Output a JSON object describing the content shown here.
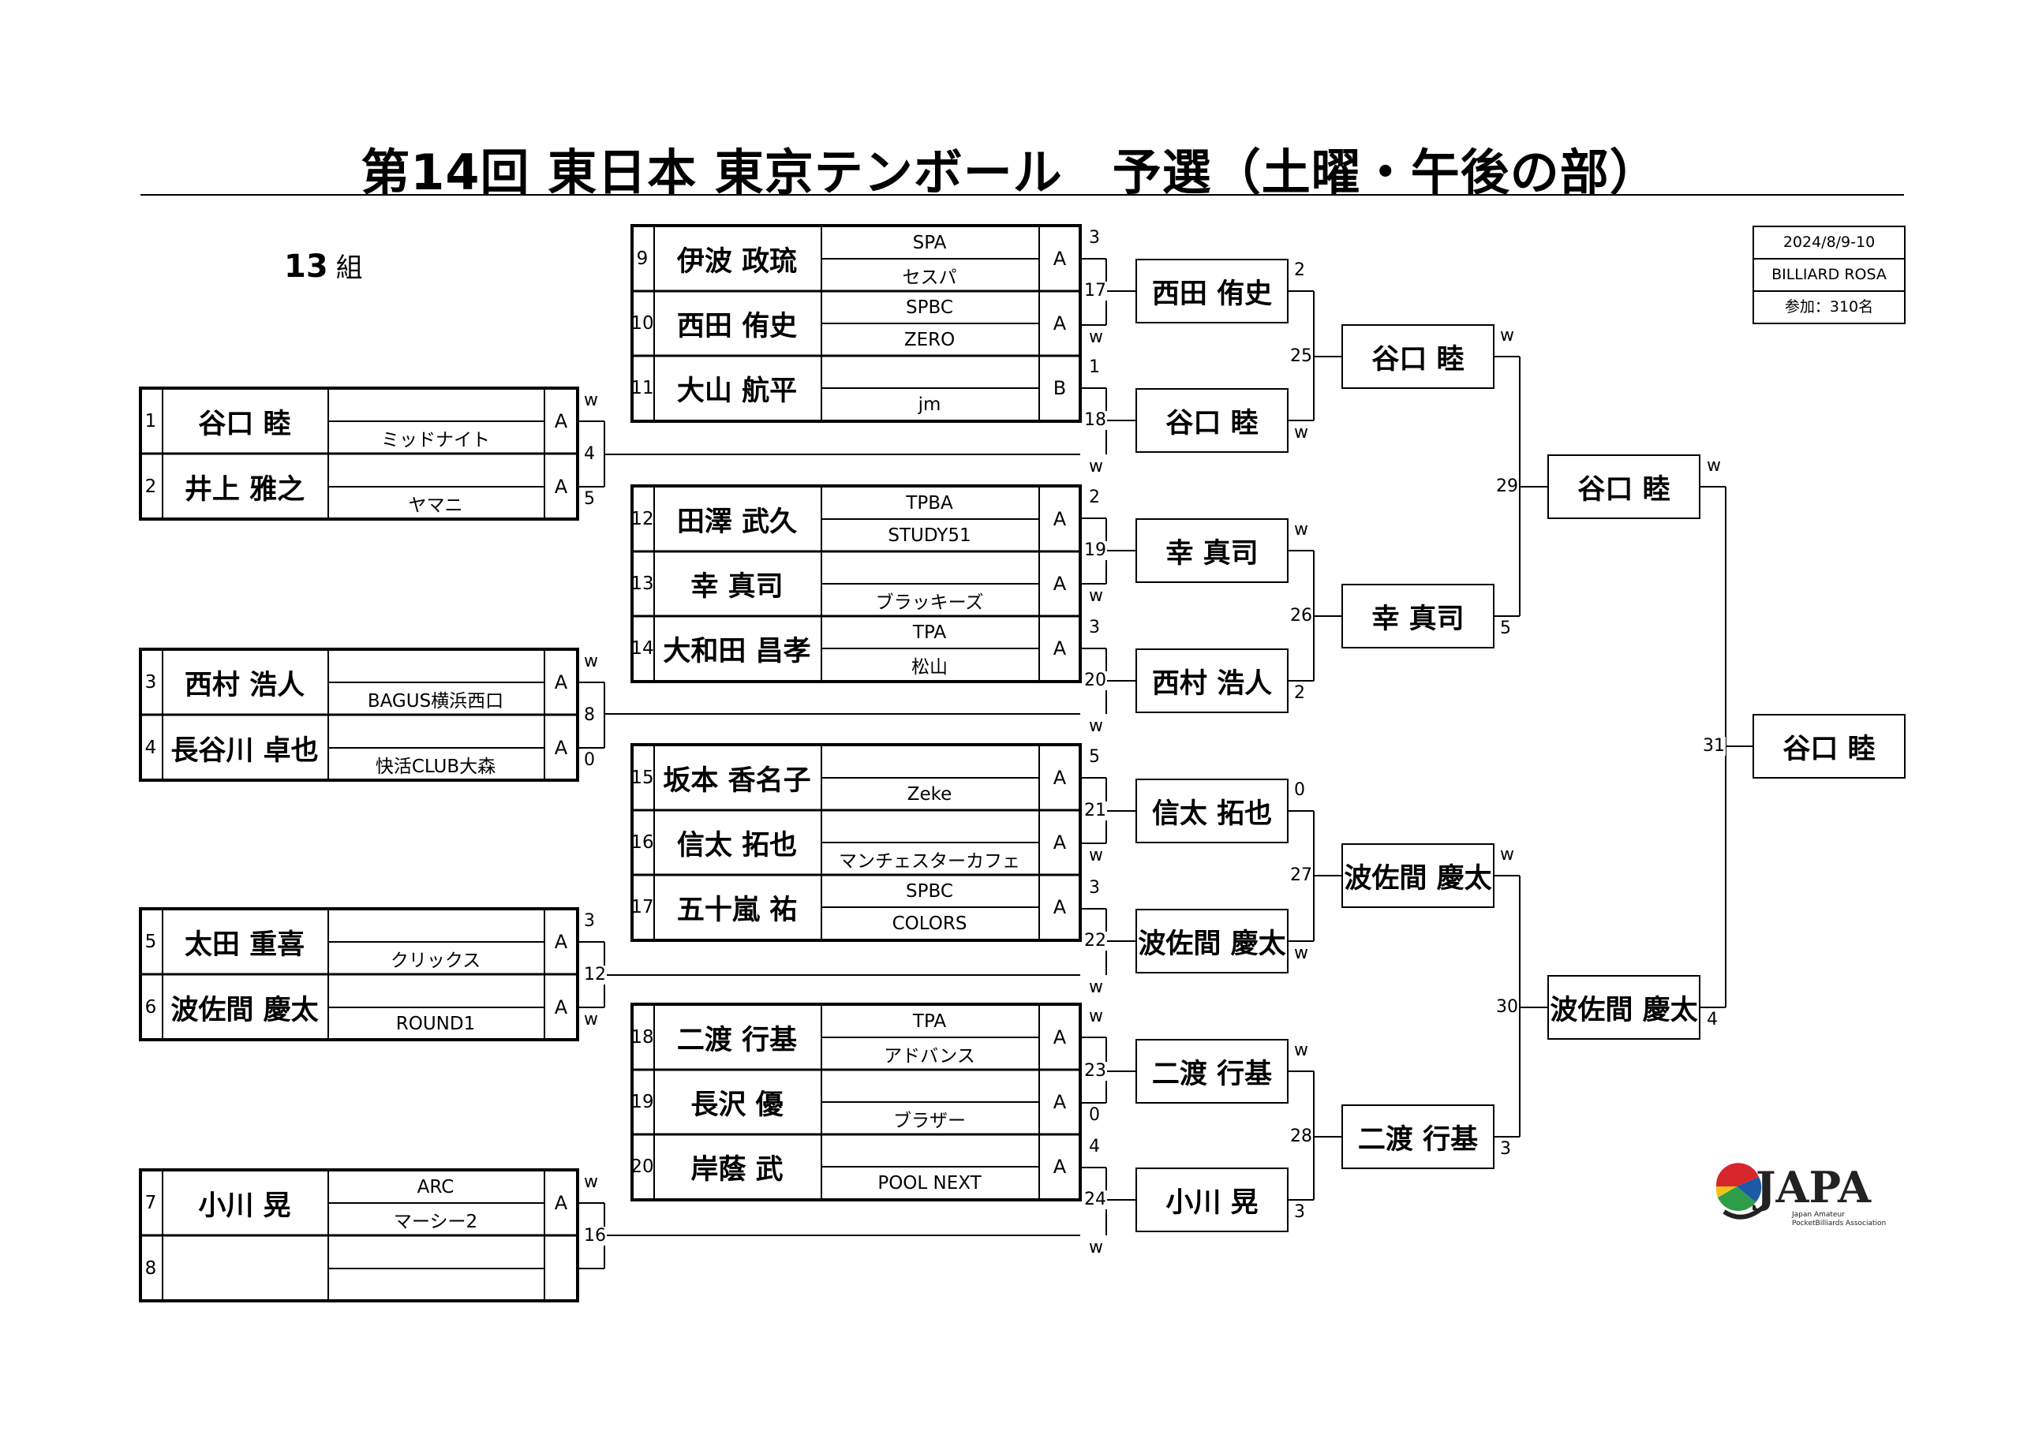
{
  "title": "第14回 東日本 東京テンボール　予選（土曜・午後の部）",
  "group": {
    "number": "13",
    "suffix": "組"
  },
  "info": [
    "2024/8/9-10",
    "BILLIARD ROSA",
    "参加：310名"
  ],
  "left_entries": [
    {
      "num": "1",
      "name": "谷口 睦",
      "club1": "",
      "club2": "ミッドナイト",
      "cls": "A"
    },
    {
      "num": "2",
      "name": "井上 雅之",
      "club1": "",
      "club2": "ヤマニ",
      "cls": "A"
    },
    {
      "num": "3",
      "name": "西村 浩人",
      "club1": "",
      "club2": "BAGUS横浜西口",
      "cls": "A"
    },
    {
      "num": "4",
      "name": "長谷川 卓也",
      "club1": "",
      "club2": "快活CLUB大森",
      "cls": "A"
    },
    {
      "num": "5",
      "name": "太田 重喜",
      "club1": "",
      "club2": "クリックス",
      "cls": "A"
    },
    {
      "num": "6",
      "name": "波佐間 慶太",
      "club1": "",
      "club2": "ROUND1",
      "cls": "A"
    },
    {
      "num": "7",
      "name": "小川 晃",
      "club1": "ARC",
      "club2": "マーシー2",
      "cls": "A"
    },
    {
      "num": "8",
      "name": "",
      "club1": "",
      "club2": "",
      "cls": ""
    }
  ],
  "mid_entries": [
    {
      "num": "9",
      "name": "伊波 政琉",
      "club1": "SPA",
      "club2": "セスパ",
      "cls": "A"
    },
    {
      "num": "10",
      "name": "西田 侑史",
      "club1": "SPBC",
      "club2": "ZERO",
      "cls": "A"
    },
    {
      "num": "11",
      "name": "大山 航平",
      "club1": "",
      "club2": "jm",
      "cls": "B"
    },
    {
      "num": "12",
      "name": "田澤 武久",
      "club1": "TPBA",
      "club2": "STUDY51",
      "cls": "A"
    },
    {
      "num": "13",
      "name": "幸 真司",
      "club1": "",
      "club2": "ブラッキーズ",
      "cls": "A"
    },
    {
      "num": "14",
      "name": "大和田 昌孝",
      "club1": "TPA",
      "club2": "松山",
      "cls": "A"
    },
    {
      "num": "15",
      "name": "坂本 香名子",
      "club1": "",
      "club2": "Zeke",
      "cls": "A"
    },
    {
      "num": "16",
      "name": "信太 拓也",
      "club1": "",
      "club2": "マンチェスターカフェ",
      "cls": "A"
    },
    {
      "num": "17",
      "name": "五十嵐 祐",
      "club1": "SPBC",
      "club2": "COLORS",
      "cls": "A"
    },
    {
      "num": "18",
      "name": "二渡 行基",
      "club1": "TPA",
      "club2": "アドバンス",
      "cls": "A"
    },
    {
      "num": "19",
      "name": "長沢 優",
      "club1": "",
      "club2": "ブラザー",
      "cls": "A"
    },
    {
      "num": "20",
      "name": "岸蔭 武",
      "club1": "",
      "club2": "POOL NEXT",
      "cls": "A"
    }
  ],
  "round1_matches": [
    {
      "match": "4",
      "score_top": "w",
      "score_bottom": "5"
    },
    {
      "match": "8",
      "score_top": "w",
      "score_bottom": "0"
    },
    {
      "match": "12",
      "score_top": "3",
      "score_bottom": "w"
    },
    {
      "match": "16",
      "score_top": "w",
      "score_bottom": ""
    }
  ],
  "round2_matches": [
    {
      "match": "17",
      "score_top": "3",
      "score_bottom": "w"
    },
    {
      "match": "18",
      "score_top": "1",
      "score_bottom": "w"
    },
    {
      "match": "19",
      "score_top": "2",
      "score_bottom": "w"
    },
    {
      "match": "20",
      "score_top": "3",
      "score_bottom": "w"
    },
    {
      "match": "21",
      "score_top": "5",
      "score_bottom": "w"
    },
    {
      "match": "22",
      "score_top": "3",
      "score_bottom": "w"
    },
    {
      "match": "23",
      "score_top": "w",
      "score_bottom": "0"
    },
    {
      "match": "24",
      "score_top": "4",
      "score_bottom": "w"
    }
  ],
  "round2_winners": [
    "西田 侑史",
    "谷口 睦",
    "幸 真司",
    "西村 浩人",
    "信太 拓也",
    "波佐間 慶太",
    "二渡 行基",
    "小川 晃"
  ],
  "round3_matches": [
    {
      "match": "25",
      "score_top": "2",
      "score_bottom": "w"
    },
    {
      "match": "26",
      "score_top": "w",
      "score_bottom": "2"
    },
    {
      "match": "27",
      "score_top": "0",
      "score_bottom": "w"
    },
    {
      "match": "28",
      "score_top": "w",
      "score_bottom": "3"
    }
  ],
  "round3_winners": [
    "谷口 睦",
    "幸 真司",
    "波佐間 慶太",
    "二渡 行基"
  ],
  "round4_matches": [
    {
      "match": "29",
      "score_top": "w",
      "score_bottom": "5"
    },
    {
      "match": "30",
      "score_top": "w",
      "score_bottom": "3"
    }
  ],
  "round4_winners": [
    "谷口 睦",
    "波佐間 慶太"
  ],
  "final_match": {
    "match": "31",
    "score_top": "w",
    "score_bottom": "4"
  },
  "champion": "谷口 睦",
  "logo": {
    "text": "JAPA",
    "caption_line1": "Japan Amateur",
    "caption_line2": "PocketBilliards Association",
    "colors": {
      "red": "#d8262d",
      "blue": "#1c5aa6",
      "green": "#2e9d48",
      "yellow": "#f2c219",
      "dark": "#222222"
    }
  }
}
